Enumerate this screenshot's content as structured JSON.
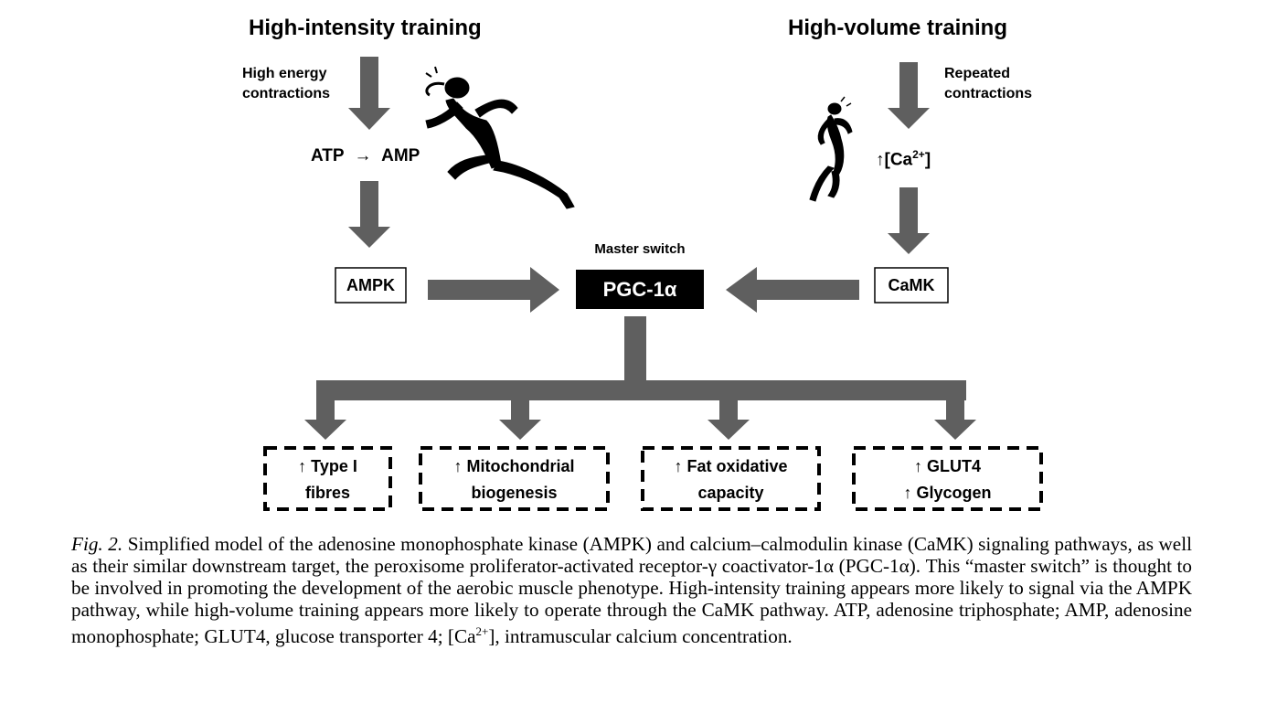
{
  "diagram": {
    "left_title": "High-intensity training",
    "right_title": "High-volume training",
    "left_note": [
      "High energy",
      "contractions"
    ],
    "right_note": [
      "Repeated",
      "contractions"
    ],
    "atp": "ATP",
    "arrow_glyph": "→",
    "amp": "AMP",
    "ca_prefix": "↑[Ca",
    "ca_sup": "2+",
    "ca_suffix": "]",
    "ampk": "AMPK",
    "camk": "CaMK",
    "master_switch": "Master switch",
    "pgc": "PGC-1α",
    "outcomes": [
      {
        "lines": [
          "↑ Type I",
          "fibres"
        ]
      },
      {
        "lines": [
          "↑ Mitochondrial",
          "biogenesis"
        ]
      },
      {
        "lines": [
          "↑ Fat oxidative",
          "capacity"
        ]
      },
      {
        "lines": [
          "↑ GLUT4",
          "↑ Glycogen"
        ]
      }
    ],
    "colors": {
      "arrow": "#5f5f5f",
      "box_fill": "#000000",
      "box_text": "#ffffff"
    },
    "icons": [
      "runner-sprint-icon",
      "runner-jog-icon"
    ]
  },
  "caption": {
    "fig_label": "Fig. 2.",
    "text": " Simplified model of the adenosine monophosphate kinase (AMPK) and calcium–calmodulin kinase (CaMK) signaling pathways, as well as their similar downstream target, the peroxisome proliferator-activated receptor-γ coactivator-1α (PGC-1α). This “master switch” is thought to be involved in promoting the development of the aerobic muscle phenotype. High-intensity training appears more likely to signal via the AMPK pathway, while high-volume training appears more likely to operate through the CaMK pathway. ATP, adenosine triphosphate; AMP, adenosine monophosphate; GLUT4, glucose transporter 4; [Ca",
    "sup": "2+",
    "text_end": "], intramuscular calcium concentration."
  }
}
